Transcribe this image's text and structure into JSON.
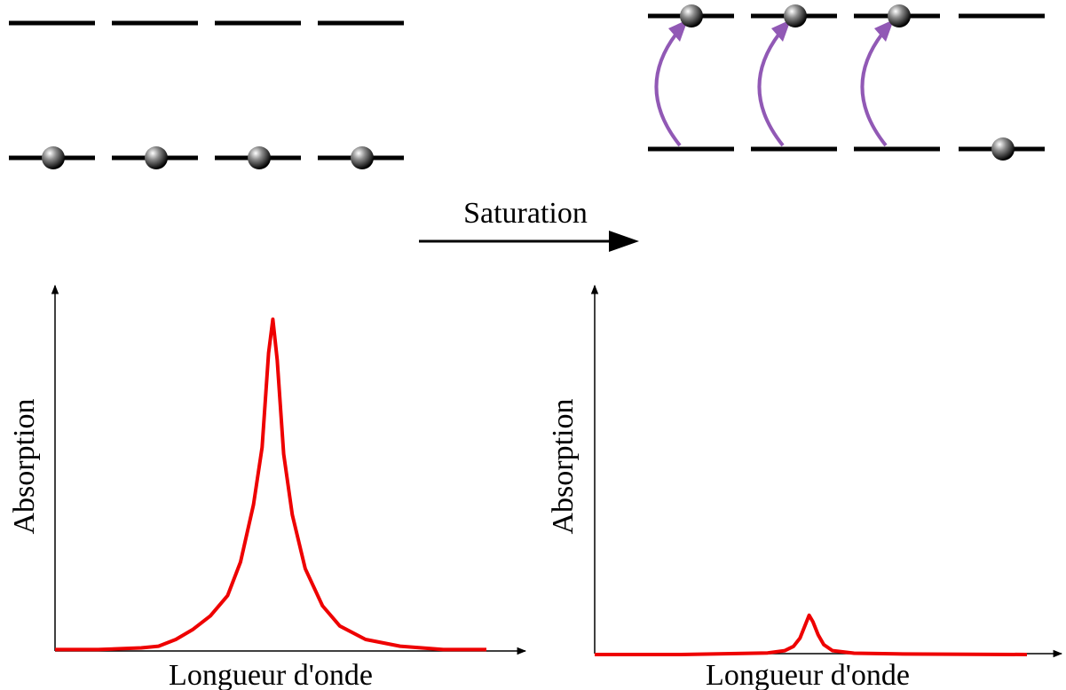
{
  "arrow_label": "Saturation",
  "left_chart": {
    "ylabel": "Absorption",
    "xlabel": "Longueur d'onde"
  },
  "right_chart": {
    "ylabel": "Absorption",
    "xlabel": "Longueur d'onde"
  },
  "colors": {
    "curve": "#ee0000",
    "transition_arrow": "#9159b5",
    "level_line": "#000000"
  },
  "chart_data": [
    {
      "type": "line",
      "series": [
        {
          "values": [
            [
              0,
              0.02
            ],
            [
              10,
              0.02
            ],
            [
              20,
              0.025
            ],
            [
              24,
              0.03
            ],
            [
              28,
              0.05
            ],
            [
              32,
              0.08
            ],
            [
              36,
              0.12
            ],
            [
              40,
              0.18
            ],
            [
              43,
              0.28
            ],
            [
              46,
              0.45
            ],
            [
              48,
              0.62
            ],
            [
              49.5,
              0.9
            ],
            [
              50.5,
              1.0
            ],
            [
              51.5,
              0.88
            ],
            [
              53,
              0.6
            ],
            [
              55,
              0.42
            ],
            [
              58,
              0.26
            ],
            [
              62,
              0.15
            ],
            [
              66,
              0.09
            ],
            [
              72,
              0.05
            ],
            [
              80,
              0.03
            ],
            [
              90,
              0.02
            ],
            [
              100,
              0.02
            ]
          ]
        }
      ]
    },
    {
      "type": "line",
      "series": [
        {
          "values": [
            [
              0,
              0.0
            ],
            [
              20,
              0.0
            ],
            [
              40,
              0.005
            ],
            [
              44,
              0.012
            ],
            [
              46,
              0.025
            ],
            [
              47.5,
              0.05
            ],
            [
              48.7,
              0.09
            ],
            [
              49.6,
              0.12
            ],
            [
              50.5,
              0.1
            ],
            [
              51.7,
              0.06
            ],
            [
              53,
              0.03
            ],
            [
              55,
              0.012
            ],
            [
              60,
              0.004
            ],
            [
              70,
              0.002
            ],
            [
              100,
              0.0
            ]
          ]
        }
      ]
    }
  ]
}
